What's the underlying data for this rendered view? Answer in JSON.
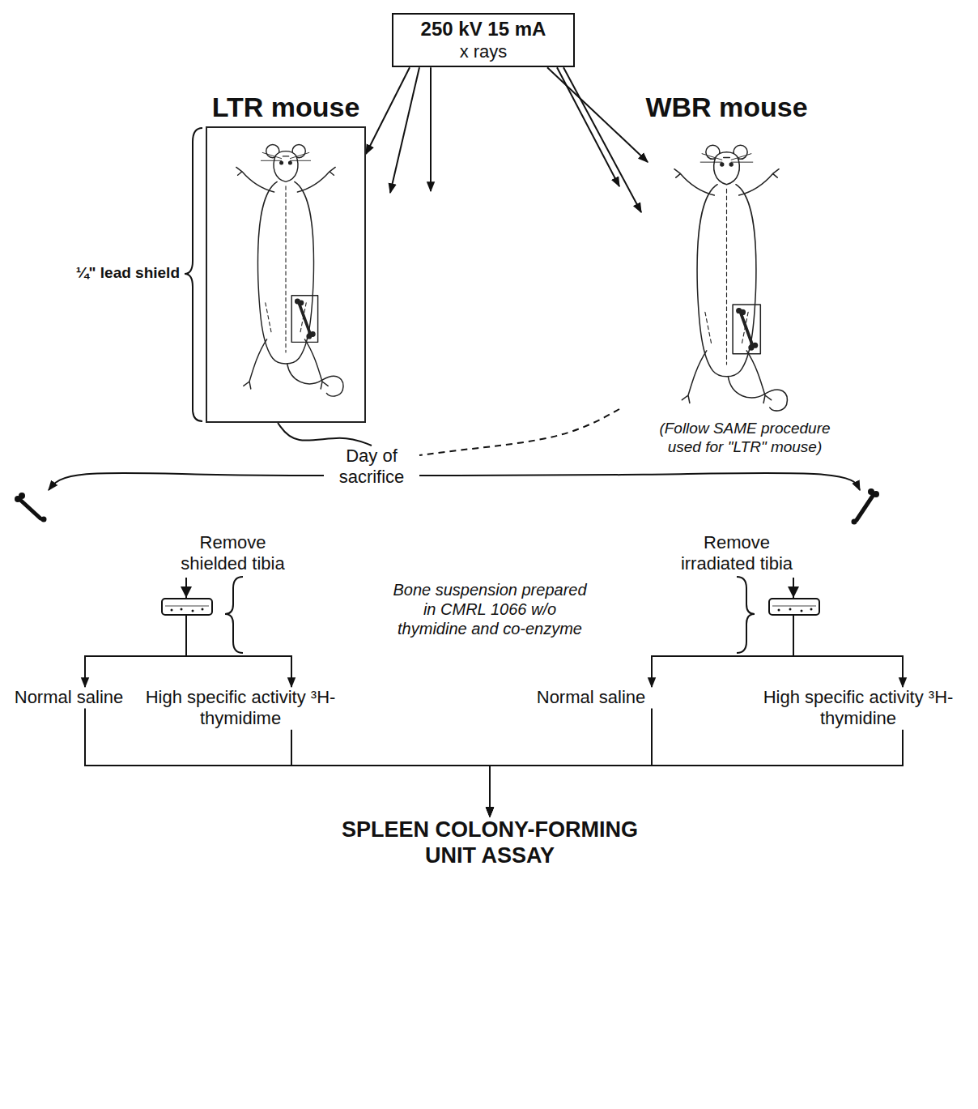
{
  "diagram": {
    "nodes": [
      {
        "text": [
          "250 kV 15 mA",
          "x rays"
        ]
      },
      {
        "text": [
          "LTR mouse"
        ]
      },
      {
        "text": [
          "WBR mouse"
        ]
      },
      {
        "text": [
          "Day of sacrifice"
        ]
      },
      {
        "text": [
          "Remove shielded tibia"
        ]
      },
      {
        "text": [
          "Remove irradiated tibia"
        ]
      },
      {
        "text": [
          "Normal saline"
        ]
      },
      {
        "text": [
          "High specific activity ³H-thymidime"
        ]
      },
      {
        "text": [
          "Normal saline"
        ]
      },
      {
        "text": [
          "High specific activity ³H-thymidine"
        ]
      },
      {
        "text": [
          "SPLEEN COLONY-FORMING UNIT ASSAY"
        ]
      }
    ],
    "edges": [
      {
        "from": 0,
        "to": 1,
        "arrow": "to"
      },
      {
        "from": 0,
        "to": 2,
        "arrow": "to"
      },
      {
        "from": 1,
        "to": 3,
        "arrow": "none"
      },
      {
        "from": 2,
        "to": 3,
        "arrow": "none"
      },
      {
        "from": 3,
        "to": 4,
        "arrow": "to"
      },
      {
        "from": 3,
        "to": 5,
        "arrow": "to"
      },
      {
        "from": 4,
        "to": 6,
        "arrow": "to"
      },
      {
        "from": 4,
        "to": 7,
        "arrow": "to"
      },
      {
        "from": 5,
        "to": 8,
        "arrow": "to"
      },
      {
        "from": 5,
        "to": 9,
        "arrow": "to"
      },
      {
        "from": 6,
        "to": 10,
        "arrow": "to"
      },
      {
        "from": 7,
        "to": 10,
        "arrow": "to"
      },
      {
        "from": 8,
        "to": 10,
        "arrow": "to"
      },
      {
        "from": 9,
        "to": 10,
        "arrow": "to"
      }
    ],
    "labels": [
      "¼\" lead shield",
      "(Follow SAME procedure used for \"LTR\" mouse)",
      "Bone suspension prepared in CMRL 1066 w/o thymidine and co-enzyme"
    ]
  }
}
